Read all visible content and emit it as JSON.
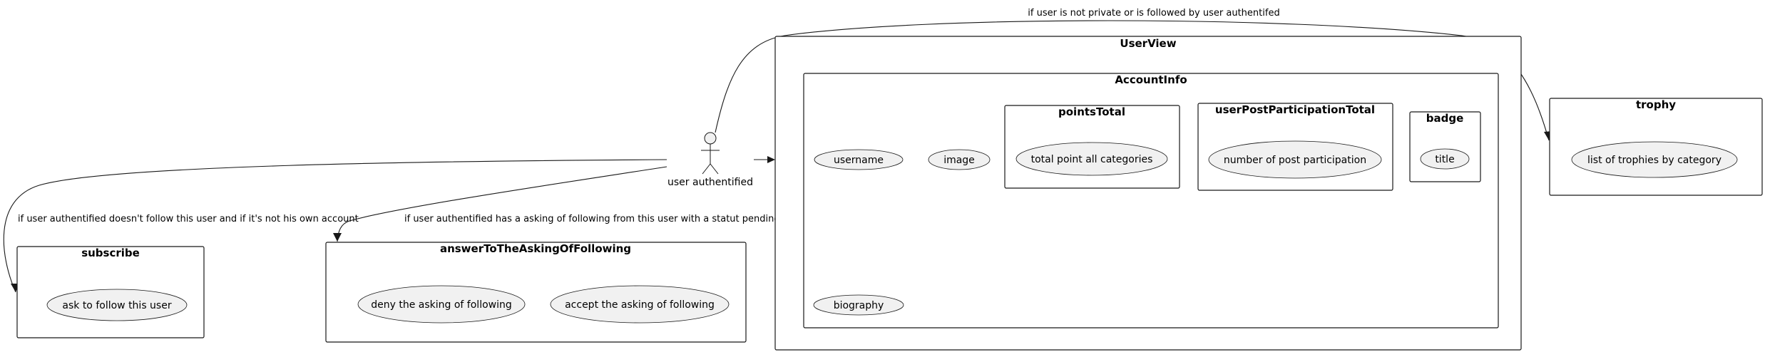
{
  "actor": {
    "label": "user authentified"
  },
  "packages": {
    "userview": {
      "title": "UserView",
      "accountinfo": {
        "title": "AccountInfo",
        "username": "username",
        "image": "image",
        "biography": "biography",
        "pointstotal": {
          "title": "pointsTotal",
          "item": "total point all categories"
        },
        "participation": {
          "title": "userPostParticipationTotal",
          "item": "number of post participation"
        },
        "badge": {
          "title": "badge",
          "item": "title"
        }
      }
    },
    "trophy": {
      "title": "trophy",
      "item": "list of trophies by category"
    },
    "subscribe": {
      "title": "subscribe",
      "item": "ask to follow this user"
    },
    "answer": {
      "title": "answerToTheAskingOfFollowing",
      "deny": "deny the asking of following",
      "accept": "accept the asking of following"
    }
  },
  "edges": {
    "to_trophy": "if user is not private or is followed by user authentifed",
    "to_subscribe": "if user authentified doesn't follow this user and if it's not his own account",
    "to_answer": "if user authentified has a asking of following from this user with a statut pending"
  }
}
